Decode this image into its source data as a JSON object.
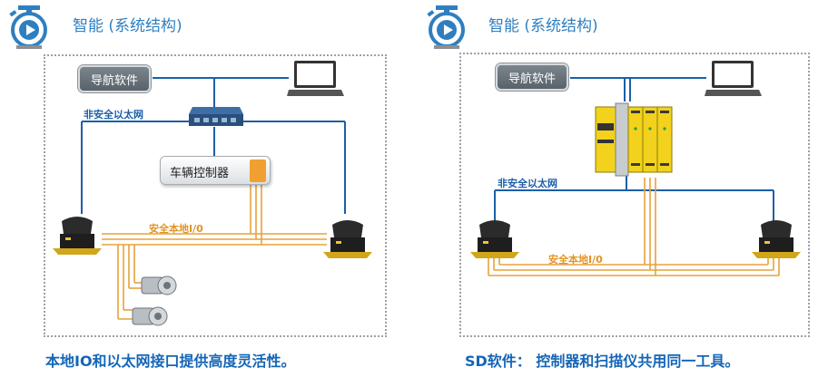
{
  "left_panel": {
    "title": "智能 (系统结构)",
    "nav_software": "导航软件",
    "vehicle_controller": "车辆控制器",
    "ethernet_label": "非安全以太网",
    "io_label": "安全本地I/0",
    "caption": "本地IO和以太网接口提供高度灵活性。"
  },
  "right_panel": {
    "title": "智能 (系统结构)",
    "nav_software": "导航软件",
    "ethernet_label": "非安全以太网",
    "io_label": "安全本地I/0",
    "caption": "SD软件： 控制器和扫描仪共用同一工具。"
  },
  "colors": {
    "ethernet": "#1c5fa8",
    "safety_io": "#e8a23a",
    "title": "#2f7fc0",
    "caption": "#1566b7",
    "controller_accent": "#f0a030",
    "safety_module": "#f2d21c"
  },
  "icons": [
    "stopwatch-play-icon",
    "laptop-icon",
    "network-switch-icon",
    "laser-scanner-icon",
    "encoder-icon",
    "safety-controller-icon"
  ]
}
